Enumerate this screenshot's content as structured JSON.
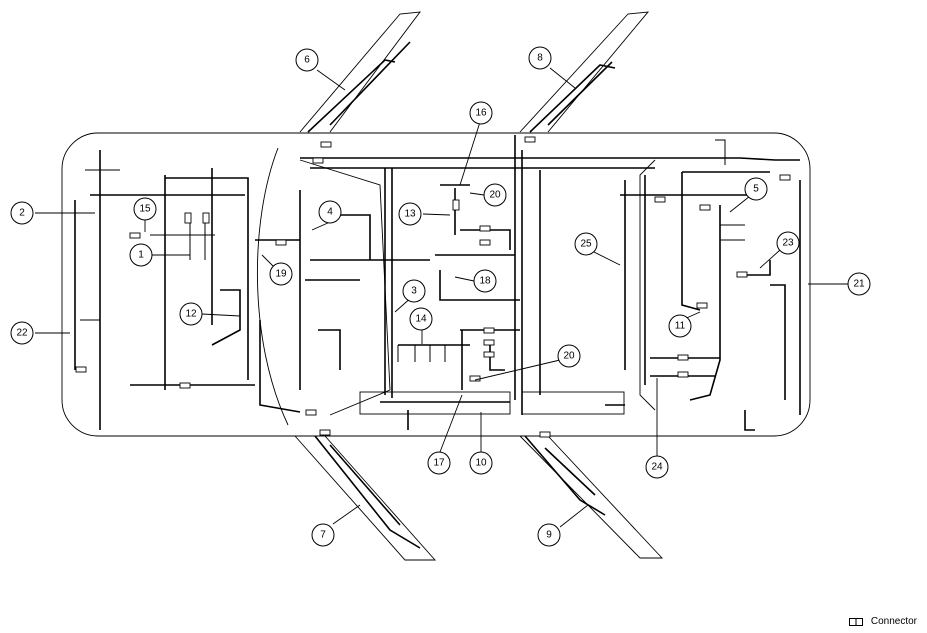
{
  "legend": {
    "connector_label": "Connector"
  },
  "callouts": [
    "1",
    "2",
    "3",
    "4",
    "5",
    "6",
    "7",
    "8",
    "9",
    "10",
    "11",
    "12",
    "13",
    "14",
    "15",
    "16",
    "17",
    "18",
    "19",
    "20",
    "20",
    "21",
    "22",
    "23",
    "24",
    "25"
  ]
}
